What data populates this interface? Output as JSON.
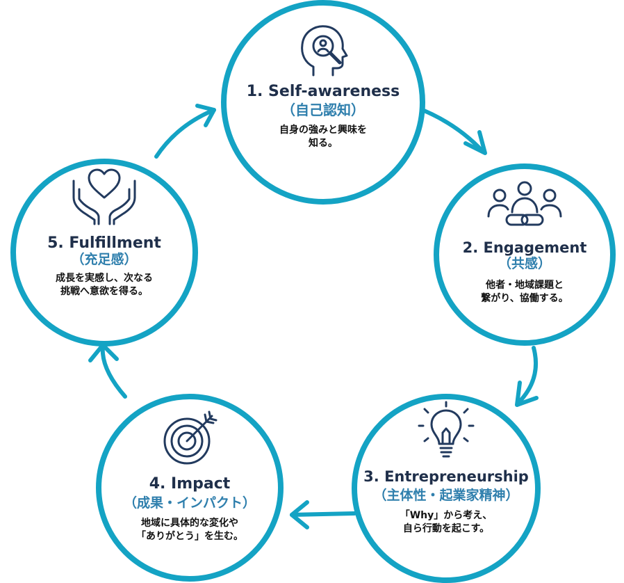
{
  "colors": {
    "ring": "#14a3c4",
    "title": "#1f2f4a",
    "subtitle": "#2f7fad",
    "icon": "#223a5e"
  },
  "nodes": [
    {
      "title": "1. Self-awareness",
      "subtitle": "（自己認知）",
      "desc_lines": [
        "自身の強みと興味を",
        "知る。"
      ],
      "icon": "head-magnifier-icon"
    },
    {
      "title": "2. Engagement",
      "subtitle": "（共感）",
      "desc_lines": [
        "他者・地域課題と",
        "繋がり、協働する。"
      ],
      "icon": "people-link-icon"
    },
    {
      "title": "3. Entrepreneurship",
      "subtitle": "（主体性・起業家精神）",
      "desc_lines": [
        "「Why」から考え、",
        "自ら行動を起こす。"
      ],
      "icon": "lightbulb-icon"
    },
    {
      "title": "4. Impact",
      "subtitle": "（成果・インパクト）",
      "desc_lines": [
        "地域に具体的な変化や",
        "「ありがとう」を生む。"
      ],
      "icon": "target-icon"
    },
    {
      "title": "5. Fulfillment",
      "subtitle": "（充足感）",
      "desc_lines": [
        "成長を実感し、次なる",
        "挑戦へ意欲を得る。"
      ],
      "icon": "heart-hands-icon"
    }
  ]
}
